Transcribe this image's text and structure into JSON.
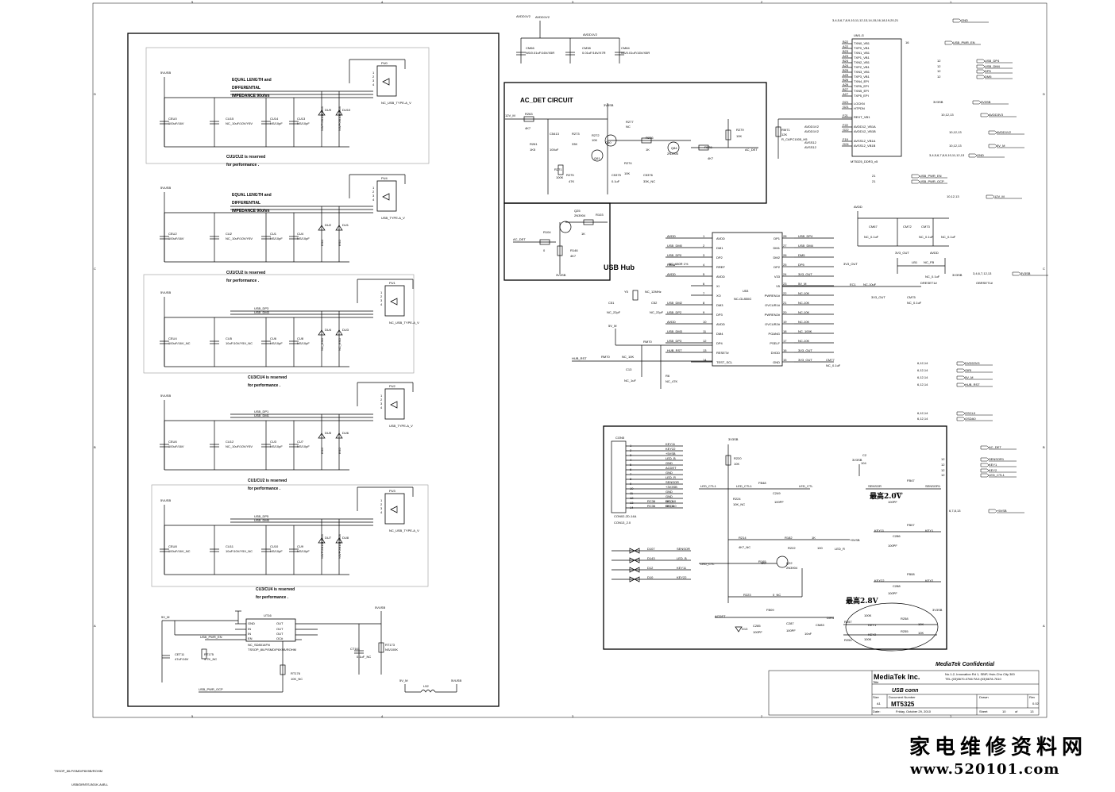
{
  "frame": {
    "col_marks": [
      "5",
      "4",
      "3",
      "2",
      "1"
    ],
    "row_marks": [
      "D",
      "C",
      "B",
      "A"
    ]
  },
  "usb_ports": [
    {
      "title_line1": "EQUAL LENGTH and",
      "title_line2": "DIFFERENTIAL",
      "title_line3": "IMPEDANCE 90ohm",
      "rail": "5VUSB",
      "cap_big": "CEU0",
      "cap_big_val": "100uF/16V",
      "c1": "CU15",
      "c1_val": "NC_10uF/10V/Y5V",
      "c2": "CU14",
      "c2_val": "NS/10pF",
      "c3": "CU13",
      "c3_val": "NS/10pF",
      "d1": "DU9",
      "d2": "DU10",
      "d1_val": "NS/PGB1010603",
      "d2_val": "NS/PGB1010603",
      "conn": "PU0",
      "conn_name": "NC_USB_TYPE-A_V",
      "note1": "CU1/CU2 is reserved",
      "note2": "for performance ."
    },
    {
      "title_line1": "EQUAL LENGTH and",
      "title_line2": "DIFFERENTIAL",
      "title_line3": "IMPEDANCE 90ohm",
      "rail": "5VUSB",
      "cap_big": "CEU2",
      "cap_big_val": "100uF/16V",
      "c1": "CU2",
      "c1_val": "NC_10uF/10V/Y5V",
      "c2": "CU1",
      "c2_val": "NS/10pF",
      "c3": "CU4",
      "c3_val": "NS/10pF",
      "d1": "DU2",
      "d2": "DU1",
      "d1_val": "ESD",
      "d2_val": "ESD",
      "conn": "PU4",
      "conn_name": "USB_TYPE-A_V",
      "note1": "CU1/CU2 is reserved",
      "note2": "for performance ."
    },
    {
      "rail": "5VUSB",
      "dp": "USB_DP3",
      "dm": "USB_DM3",
      "cap_big": "CEU4",
      "cap_big_val": "100uF/16V_NC",
      "c1": "CU5",
      "c1_val": "10uF/10V/Y5V_NC",
      "c2": "CU6",
      "c2_val": "NS/10pF",
      "c3": "CU8",
      "c3_val": "NS/10pF",
      "d1": "DU4",
      "d2": "DU3",
      "d1_val": "NC_ESD",
      "d2_val": "NC_ESD",
      "conn": "PU1",
      "conn_name": "NC_USB_TYPE-A_V",
      "note1": "CU3/CU4 is reserved",
      "note2": "for performance ."
    },
    {
      "rail": "5VUSB",
      "dp": "USB_DP1",
      "dm": "USB_DM1",
      "cap_big": "CEU6",
      "cap_big_val": "100uF/16V",
      "c1": "CU12",
      "c1_val": "NC_10uF/10V/Y5V",
      "c2": "CU3",
      "c2_val": "NS/10pF",
      "c3": "CU7",
      "c3_val": "NS/10pF",
      "d1": "DU5",
      "d2": "DU6",
      "d1_val": "ESD",
      "d2_val": "ESD",
      "conn": "PU2",
      "conn_name": "USB_TYPE-A_V",
      "note1": "CU1/CU2 is reserved",
      "note2": "for performance ."
    },
    {
      "rail": "5VUSB",
      "dp": "USB_DP5",
      "dm": "USB_DM5",
      "cap_big": "CEU8",
      "cap_big_val": "100uF/16V_NC",
      "c1": "CU11",
      "c1_val": "10uF/10V/Y5V_NC",
      "c2": "CU10",
      "c2_val": "NS/10pF",
      "c3": "CU9",
      "c3_val": "NS/10pF",
      "d1": "DU7",
      "d2": "DU8",
      "d1_val": "NS/PGB1010603",
      "d2_val": "NS/PGB1010603",
      "conn": "PU3",
      "conn_name": "NC_USB_TYPE-A_V",
      "note1": "CU3/CU4 is reserved",
      "note2": "for performance ."
    }
  ],
  "power_switch": {
    "rail_in": "5V_M",
    "rail_out": "5VUSB",
    "ic": "UT16",
    "ic_part": "NC_SD8014FN",
    "ic_pkg": "TSSOP_8ILP/SMD/P8X9B/ROHM",
    "pins": [
      "GND",
      "IN",
      "IN",
      "EN",
      "OUT",
      "OUT",
      "OUT",
      "OC#"
    ],
    "r1": "RT175",
    "r1_val": "4.7K_NC",
    "r2": "RT176",
    "r2_val": "10K_NC",
    "c1": "CET11",
    "c1_val": "47uF/16V",
    "c2": "CT161",
    "c2_val": "0.1uF_NC",
    "r3": "RT173",
    "r3_val": "NS/100K",
    "en_net": "USB_PWR_EN",
    "ocp_net": "USB_PWR_OCP",
    "l1": "L52",
    "l_in": "5V_M",
    "l_out": "5VUSB"
  },
  "avdd_caps": {
    "rail1": "AVDD1V2",
    "rail2": "AVDD1V2",
    "rail3": "AVDD1V2",
    "c1": "CM66",
    "c1_val": "NS/0.01uF/16V/X5R",
    "c2": "CM38",
    "c2_val": "0.01uF/16V/X7R",
    "c3": "CM84",
    "c3_val": "NS/0.01uF/16V/X5R"
  },
  "ac_det": {
    "title": "AC_DET CIRCUIT",
    "rail": "3V3SB",
    "in_net": "12V_M",
    "out_net": "AC_DET",
    "q1": "Q60",
    "q2": "Q61",
    "q3": "Q84",
    "q3_part": "2N3904",
    "r_list": [
      "R263",
      "R261",
      "R271",
      "R272",
      "R273",
      "R274",
      "R275",
      "R276",
      "R277",
      "R278",
      "R279"
    ],
    "r_vals": [
      "4K7",
      "1K5",
      "100K",
      "10K",
      "33K",
      "10K",
      "47K",
      "1K",
      "NC",
      "4K7",
      "10K"
    ],
    "c_list": [
      "C5413",
      "C5375",
      "C5376"
    ],
    "c_vals": [
      "100uF",
      "0.1uF",
      "33K_NC"
    ]
  },
  "ac_det2": {
    "q": "Q25",
    "q_part": "2N3904",
    "r1": "R103",
    "r1_val": "1K",
    "r2": "R104",
    "r2_val": "0",
    "r3": "R146",
    "r3_val": "4K7",
    "in_net": "AC_DET",
    "rail": "3V3SB"
  },
  "hub": {
    "title": "USB Hub",
    "ic": "U53",
    "ic_part": "NC-GL850G",
    "left_pins": [
      "AVDD",
      "DM1",
      "DP2",
      "RREF",
      "AVDD",
      "XI",
      "XO",
      "DM3",
      "DP3",
      "AVDD",
      "DM4",
      "DP4",
      "RESET#",
      "TEST_SCL"
    ],
    "right_pins": [
      "DP1",
      "DM1",
      "DM2",
      "DP2",
      "V33",
      "V5",
      "PWREN1#",
      "OVCUR1#",
      "PWREN2#",
      "OVCUR2#",
      "PGANG",
      "PSELF",
      "DVDD",
      "GND"
    ],
    "left_nets": [
      "AVDD",
      "USB_DM0",
      "USB_DP0",
      "RB48",
      "AVDD",
      "",
      "",
      "USB_DM2",
      "USB_DP2",
      "AVDD",
      "USB_DM3",
      "USB_DP3",
      "HUB_RST",
      ""
    ],
    "right_nets": [
      "USB_DP4",
      "USB_DM4",
      "DM5",
      "DP5",
      "3V3_OUT",
      "5V_M",
      "NC-10K",
      "NC-10K",
      "NC-10K",
      "NC-10K",
      "NC_100K",
      "NC-10K",
      "3V3_OUT",
      "3V3_OUT"
    ],
    "crystal": "Y5",
    "crystal_val": "NC_12MHz",
    "cx1": "C51",
    "cx1_val": "NC_22pF",
    "cx2": "C52",
    "cx2_val": "NC_22pF",
    "r_rst": "RM70",
    "r_rst_val": "NC_10K",
    "c_rst": "C13",
    "c_rst_val": "NC_1uF",
    "r_pd": "R6",
    "r_pd_val": "NC_47K",
    "rb": "NC_680R 1%"
  },
  "soc": {
    "ic": "UM1-G",
    "part": "MT5325_DDR3_v5",
    "pins": [
      "TXN0_VB1",
      "TXP0_VB1",
      "TXN1_VB1",
      "TXP1_VB1",
      "TXN2_VB1",
      "TXP2_VB1",
      "TXN3_VB1",
      "TXP3_VB1",
      "TXN4_EPI",
      "TXPA_EPI",
      "TXN5_EPI",
      "TXP5_EPI",
      "LOCKN",
      "HTPDN",
      "REXT_VB1",
      "AVDD12_VB1A",
      "AVDD12_VB1B",
      "AVSS12_VB1A",
      "AVSS12_VB1B"
    ],
    "balls": [
      "B22",
      "A22",
      "B23",
      "A23",
      "B24",
      "A24",
      "B25",
      "A25",
      "B26",
      "A26",
      "B27",
      "A27",
      "D21",
      "G21",
      "F21",
      "F22",
      "G22",
      "F19",
      "G24"
    ],
    "net_top": "3,4,5,6,7,8,9,10,11,12,13,14,15,16,18,19,20,21",
    "r": "RM71",
    "r_val": "12K",
    "r_note": "R_CAPC1005_H5",
    "avdd_net": "AVDD1V2",
    "avss_net": "AVSS12"
  },
  "offpage": [
    {
      "n": "GND",
      "ref": ""
    },
    {
      "n": "USB_PWR_EN",
      "ref": "16"
    },
    {
      "n": "USB_DP4",
      "ref": "12"
    },
    {
      "n": "USB_DM4",
      "ref": "12"
    },
    {
      "n": "DP5",
      "ref": "12"
    },
    {
      "n": "DM5",
      "ref": "12"
    },
    {
      "n": "3V3SB",
      "ref": "3V3SB"
    },
    {
      "n": "AVDD3V3",
      "ref": "10,12,13"
    },
    {
      "n": "AVDD1V2",
      "ref": "10,12,13"
    },
    {
      "n": "5V_M",
      "ref": "10,12,13"
    },
    {
      "n": "GND",
      "ref": "3,4,5,6,7,8,9,10,11,12,13"
    },
    {
      "n": "USB_PWR_EN",
      "ref": "21"
    },
    {
      "n": "USB_PWR_OCP",
      "ref": "21"
    },
    {
      "n": "12V_M",
      "ref": "10,12,13"
    },
    {
      "n": "3V3SB",
      "ref": "3,4,6,7,12,13"
    },
    {
      "n": "DVDD3V3",
      "ref": "6,12,14"
    },
    {
      "n": "OIRI",
      "ref": "6,12,14"
    },
    {
      "n": "5V_M",
      "ref": "6,12,14"
    },
    {
      "n": "HUB_RST",
      "ref": "6,12,14"
    },
    {
      "n": "OSCL0",
      "ref": "6,12,14"
    },
    {
      "n": "OSDA0",
      "ref": "6,12,14"
    },
    {
      "n": "AC_DET",
      "ref": ""
    },
    {
      "n": "SENSOR1",
      "ref": "12"
    },
    {
      "n": "KEY1",
      "ref": "12"
    },
    {
      "n": "KEY2",
      "ref": "12"
    },
    {
      "n": "LED_CTL1",
      "ref": "12"
    },
    {
      "n": "+5VSB",
      "ref": "6,7,8,13"
    }
  ],
  "avdd_block": {
    "rail": "AVDD",
    "c1": "CM67",
    "c1_val": "NC_0.1uF",
    "c2": "CM72",
    "c2_val": "NC_0.1uF",
    "c3": "CM73",
    "c3_val": "NC_0.1uF",
    "l": "LB1",
    "l_val": "NC_FB",
    "out": "3V3_OUT",
    "rail2": "3V3SB",
    "ec": "EC1",
    "ec_val": "NC-10uF",
    "c4": "CM75",
    "c4_val": "NC_0.1uF",
    "reset": "DRESET1#",
    "reset2": "OBRSET1#",
    "c5": "CM77",
    "c5_val": "NC_0.1uF"
  },
  "key_board": {
    "conn": "CON5",
    "conn_part": "CON02-2D-14A",
    "conn_name": "CON13_2.0",
    "pin_nets": [
      "KEY11",
      "KEY22",
      "+5VSB",
      "LED_B",
      "GND",
      "ACDET",
      "GND",
      "LED_R",
      "SENSOR",
      "+3V3SB",
      "GND",
      "GND",
      "OSCL0",
      "OSDA0"
    ],
    "r_list": [
      "RC36",
      "RC36"
    ],
    "r_vals": [
      "NC_0",
      "NC_0"
    ],
    "rail": "3V3SB",
    "r1": "R220",
    "r1_val": "10K",
    "r2": "R224",
    "r2_val": "10K_NC",
    "fb1": "FB48",
    "c1": "C249",
    "c1_val": "100PF",
    "fb2": "FB47",
    "c2": "C250",
    "c2_val": "100PF",
    "sensor": "SENSOR",
    "sensor1": "SENSOR1",
    "lbl_2v": "最高2.0V",
    "lbl_28v": "最高2.8V",
    "q": "Q22",
    "q_part": "2N3904",
    "r3": "R214",
    "r3_val": "4K7_NC",
    "r4": "R182",
    "r4_val": "1K",
    "r5": "R222",
    "r5_val": "100",
    "r6": "R165",
    "r6_val": "4K7",
    "r7": "R223",
    "r7_val": "0_NC",
    "led_ctl": "LED_CTL",
    "led_ctl1": "LED_CTL1",
    "led_r": "LED_R",
    "diodes": [
      "D107",
      "D143",
      "D12",
      "D10"
    ],
    "d_nets": [
      "SENSOR",
      "LED_B",
      "KEY11",
      "KEY22"
    ],
    "fb_key1": "FB07",
    "c_key1": "C286",
    "c_key1_val": "100PF",
    "key1": "KEY1",
    "key11": "KEY11",
    "fb_key2": "FB08",
    "c_key2": "C288",
    "c_key2_val": "100PF",
    "key2": "KEY2",
    "key22": "KEY22",
    "acdet": "ACDET",
    "fb_ac": "FB09",
    "d_ac": "D13",
    "c_ac1": "C285",
    "c_ac1_val": "100PF",
    "c_ac2": "C287",
    "c_ac2_val": "100PF",
    "c_ac3": "CM83",
    "c_ac3_val": "10nF",
    "r_k1": "R257",
    "r_k1_val": "100K",
    "r_k2": "R258",
    "r_k2_val": "10K",
    "r_k3": "R254",
    "r_k3_val": "100K",
    "r_k4": "R255",
    "r_k4_val": "10K",
    "pin": "DIR4",
    "rail2": "+5VSB",
    "rail3": "3V3SB",
    "c_sb": "C2",
    "c_sb_val": "104",
    "rail_sb": "3V3SB"
  },
  "title_block": {
    "confidential": "MediaTek Confidential",
    "company": "MediaTek Inc.",
    "address1": "No.1-2, Innovation Rd 1, SBIP, Hsin-Chu City 300",
    "address2": "TEL:(03)5670-0766  FAX:(03)5678-7610",
    "title_label": "Title",
    "title": "USB conn",
    "size_label": "Size",
    "size": "A1",
    "docnum_label": "Document Number",
    "docnum": "MT5325",
    "rev_label": "Rev",
    "rev": "0.02",
    "drawn_label": "Drawn",
    "date_label": "Date:",
    "date": "Friday, October 29, 2010",
    "sheet_label": "Sheet",
    "sheet": "10",
    "of_label": "of",
    "of": "13"
  },
  "watermark": {
    "cn": "家电维修资料网",
    "url": "www.520101.com"
  },
  "footer_notes": {
    "n1": "USB/DIR/ES-B01K-A4B-L",
    "n2": "TSSOP_8ILP/SMD/P8X9B/ROHM"
  }
}
